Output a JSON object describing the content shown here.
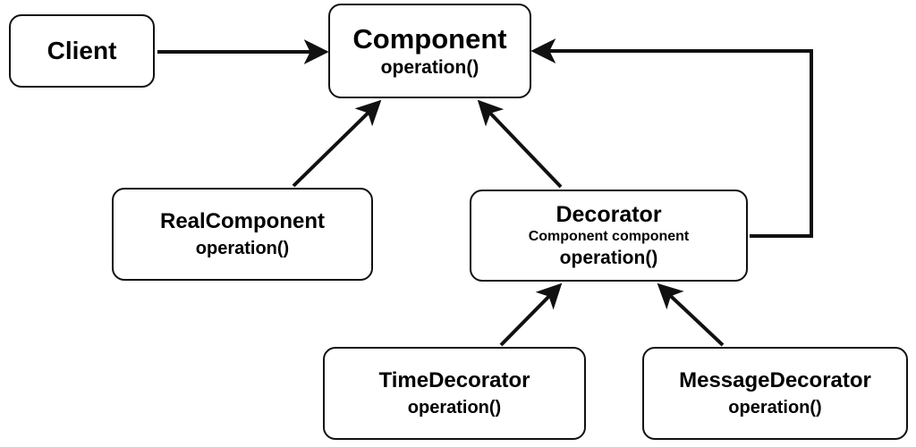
{
  "nodes": {
    "client": {
      "title": "Client"
    },
    "component": {
      "title": "Component",
      "method": "operation()"
    },
    "real_component": {
      "title": "RealComponent",
      "method": "operation()"
    },
    "decorator": {
      "title": "Decorator",
      "field": "Component component",
      "method": "operation()"
    },
    "time_decorator": {
      "title": "TimeDecorator",
      "method": "operation()"
    },
    "message_decorator": {
      "title": "MessageDecorator",
      "method": "operation()"
    }
  },
  "colors": {
    "stroke": "#111111",
    "background": "#ffffff"
  }
}
